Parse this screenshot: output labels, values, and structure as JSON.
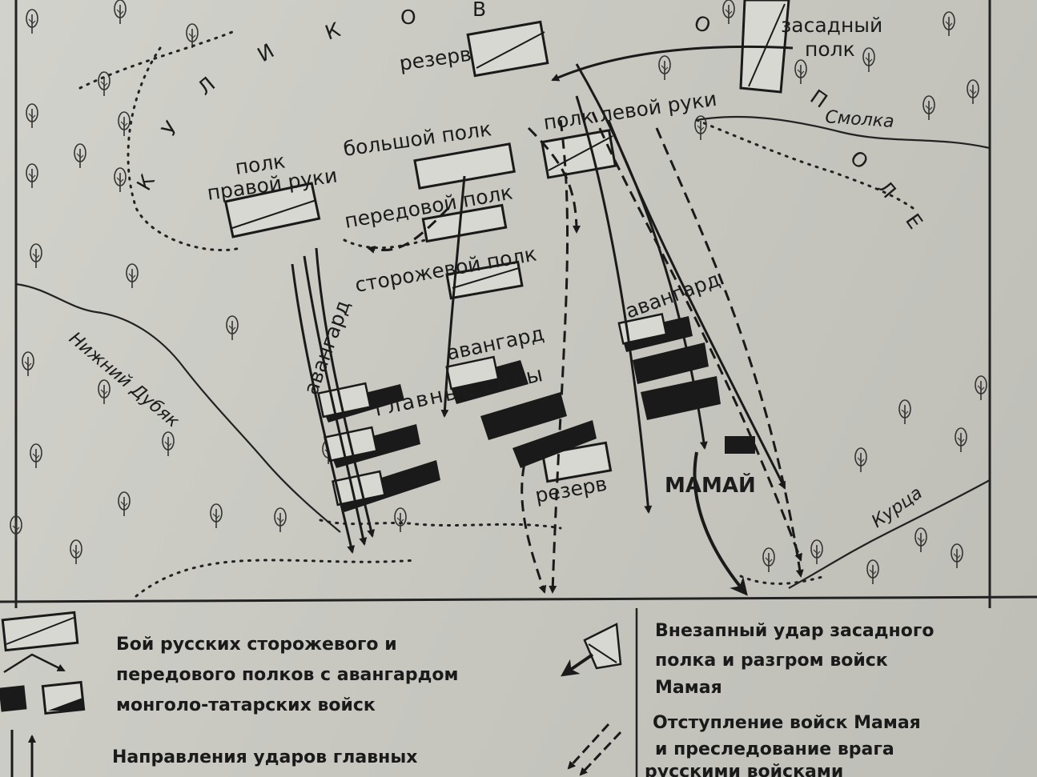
{
  "map": {
    "field_letters": [
      "К",
      "У",
      "Л",
      "И",
      "К",
      "О",
      "В",
      "О",
      "П",
      "О",
      "Л",
      "Е"
    ],
    "rivers": {
      "smolka": "Смолка",
      "nizhny_dubyak": "Нижний Дубяк",
      "kurtsa": "Курца"
    },
    "units": {
      "zasadny": [
        "засадный",
        "полк"
      ],
      "reserve_top": "резерв",
      "left_hand": "полк левой руки",
      "big": "большой полк",
      "right_hand": [
        "полк",
        "правой руки"
      ],
      "forward": "передовой полк",
      "guard": "сторожевой полк",
      "vanguard_left": "авангард",
      "vanguard_center": "авангард",
      "vanguard_right": "авангард",
      "main_forces": "главные силы",
      "reserve_bottom": "резерв",
      "mamai": "МАМАЙ"
    }
  },
  "legend": {
    "item1": [
      "Бой русских сторожевого и",
      "передового полков с авангардом",
      "монголо-татарских войск"
    ],
    "item2": [
      "Направления ударов главных"
    ],
    "item3": [
      "Внезапный удар засадного",
      "полка и разгром войск",
      "Мамая"
    ],
    "item4": [
      "Отступление войск Мамая",
      "и преследование врага",
      "русскими войсками"
    ]
  }
}
